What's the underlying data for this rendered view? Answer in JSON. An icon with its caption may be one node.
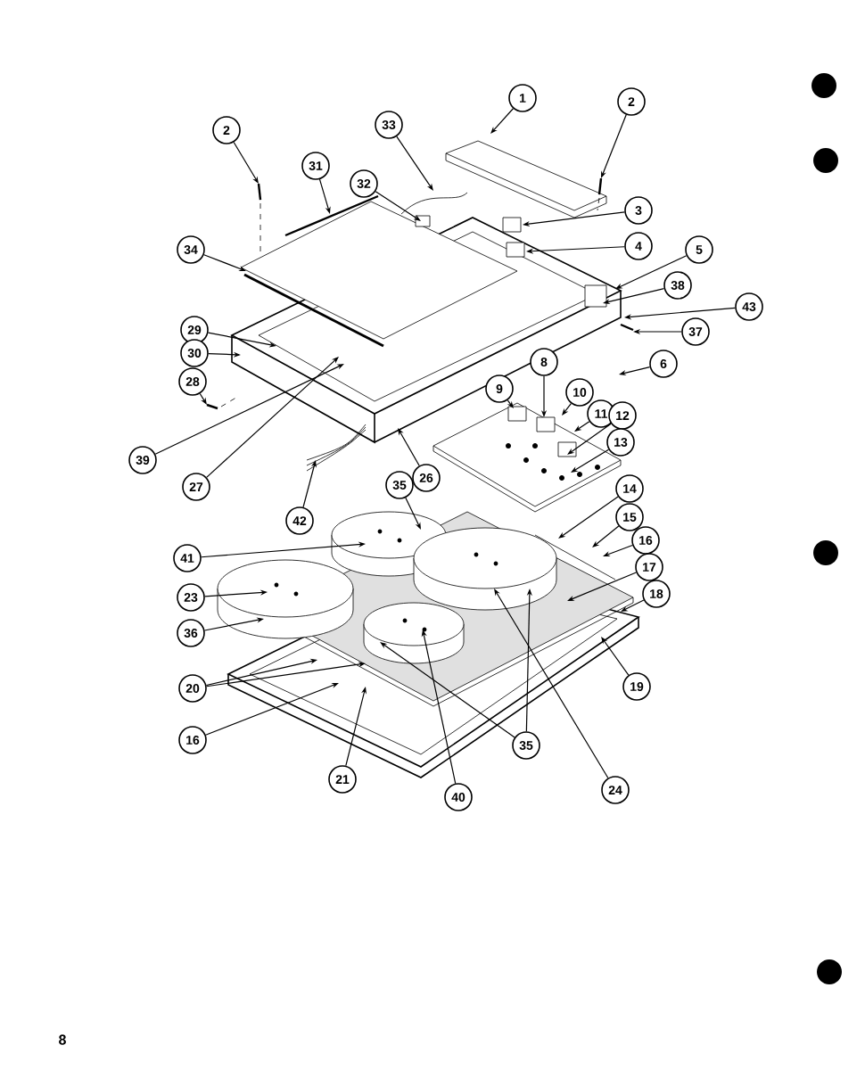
{
  "diagram": {
    "nodes": [
      {
        "text": [
          "1"
        ]
      },
      {
        "text": [
          "2"
        ]
      },
      {
        "text": [
          "2"
        ]
      },
      {
        "text": [
          "33"
        ]
      },
      {
        "text": [
          "31"
        ]
      },
      {
        "text": [
          "32"
        ]
      },
      {
        "text": [
          "3"
        ]
      },
      {
        "text": [
          "5"
        ]
      },
      {
        "text": [
          "34"
        ]
      },
      {
        "text": [
          "4"
        ]
      },
      {
        "text": [
          "38"
        ]
      },
      {
        "text": [
          "43"
        ]
      },
      {
        "text": [
          "37"
        ]
      },
      {
        "text": [
          "29"
        ]
      },
      {
        "text": [
          "30"
        ]
      },
      {
        "text": [
          "6"
        ]
      },
      {
        "text": [
          "8"
        ]
      },
      {
        "text": [
          "28"
        ]
      },
      {
        "text": [
          "10"
        ]
      },
      {
        "text": [
          "9"
        ]
      },
      {
        "text": [
          "11"
        ]
      },
      {
        "text": [
          "12"
        ]
      },
      {
        "text": [
          "13"
        ]
      },
      {
        "text": [
          "39"
        ]
      },
      {
        "text": [
          "27"
        ]
      },
      {
        "text": [
          "26"
        ]
      },
      {
        "text": [
          "35"
        ]
      },
      {
        "text": [
          "14"
        ]
      },
      {
        "text": [
          "42"
        ]
      },
      {
        "text": [
          "15"
        ]
      },
      {
        "text": [
          "16"
        ]
      },
      {
        "text": [
          "41"
        ]
      },
      {
        "text": [
          "17"
        ]
      },
      {
        "text": [
          "23"
        ]
      },
      {
        "text": [
          "18"
        ]
      },
      {
        "text": [
          "36"
        ]
      },
      {
        "text": [
          "19"
        ]
      },
      {
        "text": [
          "20"
        ]
      },
      {
        "text": [
          "16"
        ]
      },
      {
        "text": [
          "35"
        ]
      },
      {
        "text": [
          "21"
        ]
      },
      {
        "text": [
          "24"
        ]
      },
      {
        "text": [
          "40"
        ]
      }
    ],
    "edges": [
      {
        "from": 0,
        "to": null,
        "arrow": "to"
      },
      {
        "from": 1,
        "to": null,
        "arrow": "to"
      },
      {
        "from": 2,
        "to": null,
        "arrow": "to"
      },
      {
        "from": 3,
        "to": null,
        "arrow": "to"
      },
      {
        "from": 4,
        "to": null,
        "arrow": "to"
      },
      {
        "from": 5,
        "to": null,
        "arrow": "to"
      },
      {
        "from": 6,
        "to": null,
        "arrow": "to"
      },
      {
        "from": 7,
        "to": null,
        "arrow": "to"
      },
      {
        "from": 8,
        "to": null,
        "arrow": "to"
      },
      {
        "from": 9,
        "to": null,
        "arrow": "to"
      },
      {
        "from": 10,
        "to": null,
        "arrow": "to"
      },
      {
        "from": 11,
        "to": null,
        "arrow": "to"
      },
      {
        "from": 12,
        "to": null,
        "arrow": "to"
      },
      {
        "from": 13,
        "to": null,
        "arrow": "to"
      },
      {
        "from": 14,
        "to": null,
        "arrow": "to"
      },
      {
        "from": 15,
        "to": null,
        "arrow": "to"
      },
      {
        "from": 16,
        "to": null,
        "arrow": "to"
      },
      {
        "from": 17,
        "to": null,
        "arrow": "to"
      },
      {
        "from": 18,
        "to": null,
        "arrow": "to"
      },
      {
        "from": 19,
        "to": null,
        "arrow": "to"
      },
      {
        "from": 20,
        "to": null,
        "arrow": "to"
      },
      {
        "from": 21,
        "to": null,
        "arrow": "to"
      },
      {
        "from": 22,
        "to": null,
        "arrow": "to"
      },
      {
        "from": 23,
        "to": null,
        "arrow": "to"
      },
      {
        "from": 24,
        "to": null,
        "arrow": "to"
      },
      {
        "from": 25,
        "to": null,
        "arrow": "to"
      },
      {
        "from": 26,
        "to": null,
        "arrow": "to"
      },
      {
        "from": 27,
        "to": null,
        "arrow": "to"
      },
      {
        "from": 28,
        "to": null,
        "arrow": "to"
      },
      {
        "from": 29,
        "to": null,
        "arrow": "to"
      },
      {
        "from": 30,
        "to": null,
        "arrow": "to"
      },
      {
        "from": 31,
        "to": null,
        "arrow": "to"
      },
      {
        "from": 32,
        "to": null,
        "arrow": "to"
      },
      {
        "from": 33,
        "to": null,
        "arrow": "to"
      },
      {
        "from": 34,
        "to": null,
        "arrow": "to"
      },
      {
        "from": 35,
        "to": null,
        "arrow": "to"
      },
      {
        "from": 36,
        "to": null,
        "arrow": "to"
      },
      {
        "from": 37,
        "to": null,
        "arrow": "to"
      },
      {
        "from": 37,
        "to": null,
        "arrow": "to"
      },
      {
        "from": 38,
        "to": null,
        "arrow": "to"
      },
      {
        "from": 39,
        "to": null,
        "arrow": "to"
      },
      {
        "from": 39,
        "to": null,
        "arrow": "to"
      },
      {
        "from": 40,
        "to": null,
        "arrow": "to"
      },
      {
        "from": 41,
        "to": null,
        "arrow": "to"
      },
      {
        "from": 42,
        "to": null,
        "arrow": "to"
      }
    ],
    "labels": [
      "8"
    ]
  }
}
